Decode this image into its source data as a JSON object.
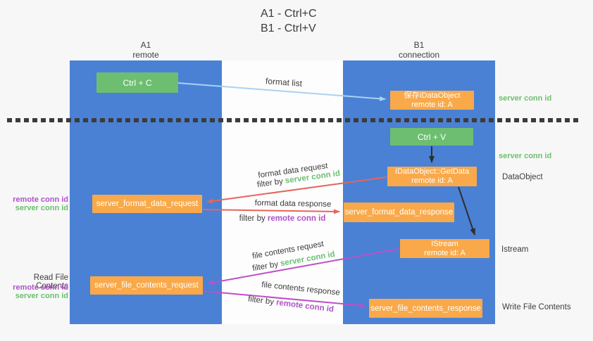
{
  "title": {
    "line1": "A1 - Ctrl+C",
    "line2": "B1 - Ctrl+V"
  },
  "columns": {
    "a": {
      "id": "A1",
      "role": "remote"
    },
    "b": {
      "id": "B1",
      "role": "connection"
    }
  },
  "nodes": {
    "ctrl_c": {
      "label": "Ctrl + C"
    },
    "save_dataobject": {
      "line1": "保存IDataObject",
      "line2": "remote id: A"
    },
    "ctrl_v": {
      "label": "Ctrl + V"
    },
    "getdata": {
      "line1": "IDataObject::GetData",
      "line2": "remote id: A"
    },
    "format_request": {
      "label": "server_format_data_request"
    },
    "format_response": {
      "label": "server_format_data_response"
    },
    "istream": {
      "line1": "IStream",
      "line2": "remote id: A"
    },
    "file_request": {
      "label": "server_file_contents_request"
    },
    "file_response": {
      "label": "server_file_contents_response"
    }
  },
  "arrow_labels": {
    "format_list": "format list",
    "format_data_request": "format data request",
    "format_data_response": "format data response",
    "file_contents_request": "file contents request",
    "file_contents_response": "file contents response",
    "filter_by": "filter by ",
    "server_conn_id": "server conn id",
    "remote_conn_id": "remote conn id"
  },
  "side_labels": {
    "right_server_conn_id_top": "server conn id",
    "right_server_conn_id_mid": "server conn id",
    "right_dataobject": "DataObject",
    "right_istream": "Istream",
    "right_write_file": "Write File Contents",
    "left_remote_conn_id_top": "remote conn id",
    "left_server_conn_id_top": "server conn id",
    "left_read_file": "Read File Contents",
    "left_remote_conn_id_bottom": "remote conn id",
    "left_server_conn_id_bottom": "server conn id"
  },
  "colors": {
    "column_blue": "#4a81d4",
    "box_green": "#6dbe70",
    "box_orange": "#f9a94a",
    "arrow_blue": "#a9d2f3",
    "arrow_black": "#2e2e2e",
    "arrow_red": "#e8645c",
    "arrow_magenta": "#bf4fc9",
    "text_green": "#6cbf6e",
    "text_purple": "#b052c8",
    "text_dark": "#3d3d3d"
  }
}
